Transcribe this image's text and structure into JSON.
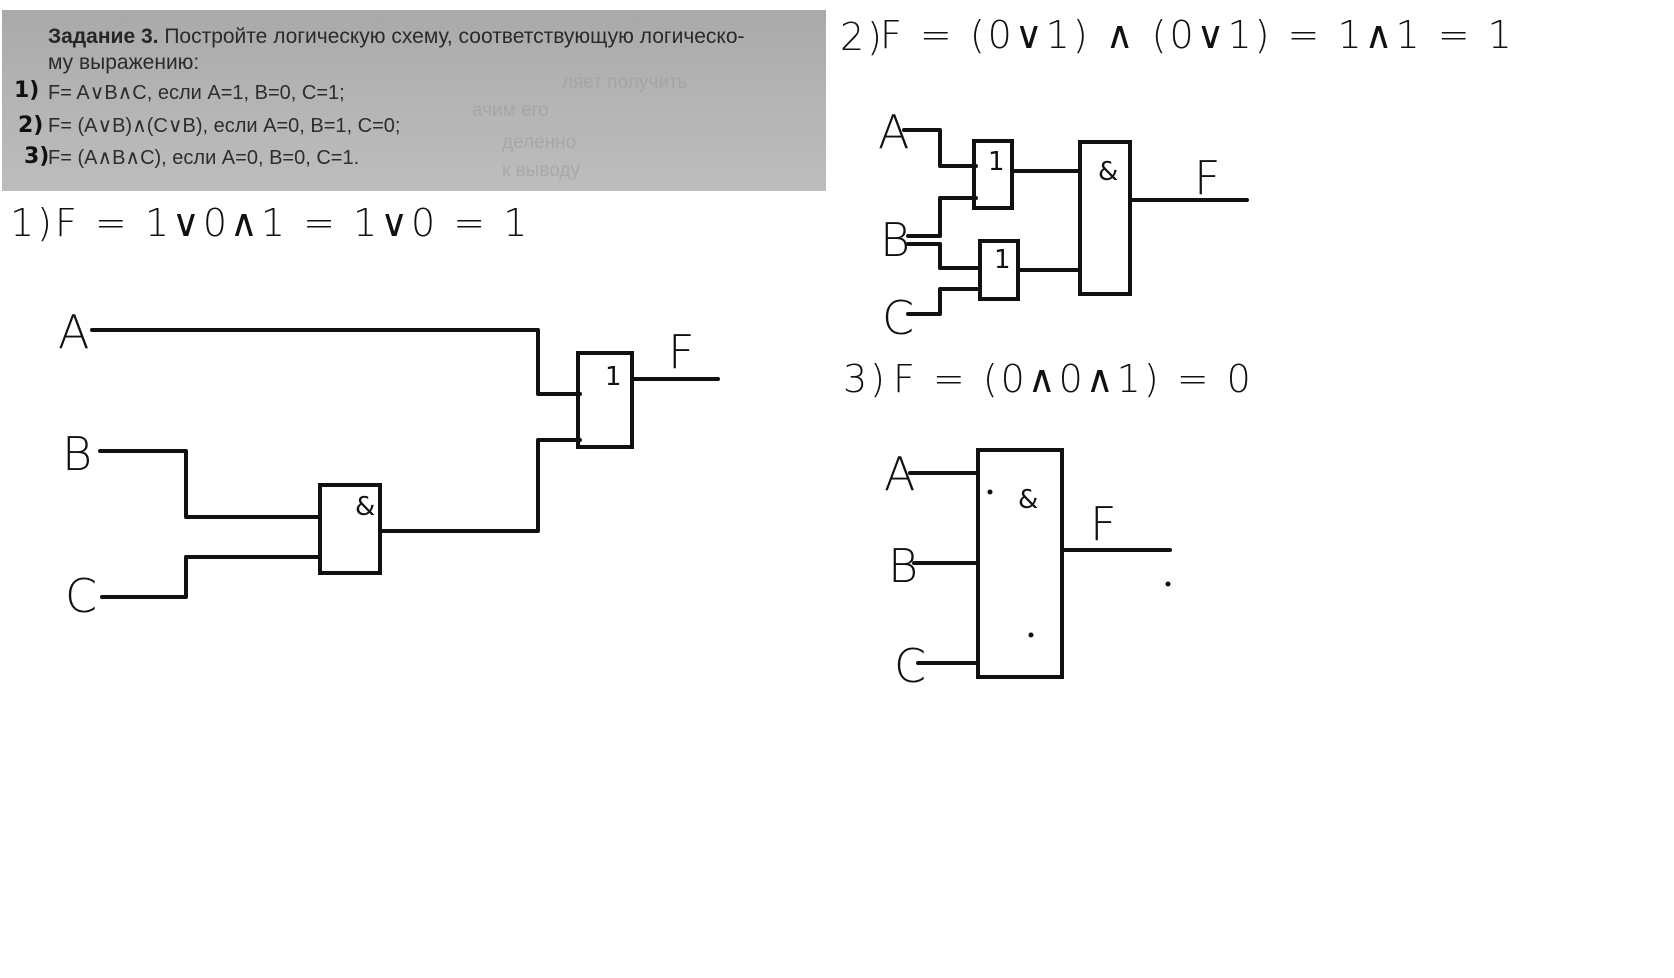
{
  "task": {
    "heading": "Задание 3.",
    "text_line1": "Постройте логическую схему, соответствующую логическо-",
    "text_line2": "му выражению:",
    "items": [
      {
        "marker": "1)",
        "expr": "F= A∨B∧C, если A=1, B=0, C=1;"
      },
      {
        "marker": "2)",
        "expr": "F= (A∨B)∧(C∨B), если A=0, B=1, C=0;"
      },
      {
        "marker": "3)",
        "expr": "F= (A∧B∧C), если A=0, B=0, C=1."
      }
    ]
  },
  "solutions": [
    {
      "number": "1)",
      "equation": "F = 1∨0∧1 = 1∨0 = 1",
      "inputs": [
        "A",
        "B",
        "C"
      ],
      "output": "F",
      "gates": [
        {
          "symbol": "&",
          "inputs": [
            "B",
            "C"
          ]
        },
        {
          "symbol": "1",
          "inputs": [
            "A",
            "&"
          ]
        }
      ]
    },
    {
      "number": "2)",
      "equation": "F = (0∨1) ∧ (0∨1) = 1∧1 = 1",
      "inputs": [
        "A",
        "B",
        "C"
      ],
      "output": "F",
      "gates": [
        {
          "symbol": "1",
          "inputs": [
            "A",
            "B"
          ]
        },
        {
          "symbol": "1",
          "inputs": [
            "B",
            "C"
          ]
        },
        {
          "symbol": "&",
          "inputs": [
            "1",
            "1"
          ]
        }
      ]
    },
    {
      "number": "3)",
      "equation": "F = (0∧0∧1) = 0",
      "inputs": [
        "A",
        "B",
        "C"
      ],
      "output": "F",
      "gates": [
        {
          "symbol": "&",
          "inputs": [
            "A",
            "B",
            "C"
          ]
        }
      ]
    }
  ]
}
